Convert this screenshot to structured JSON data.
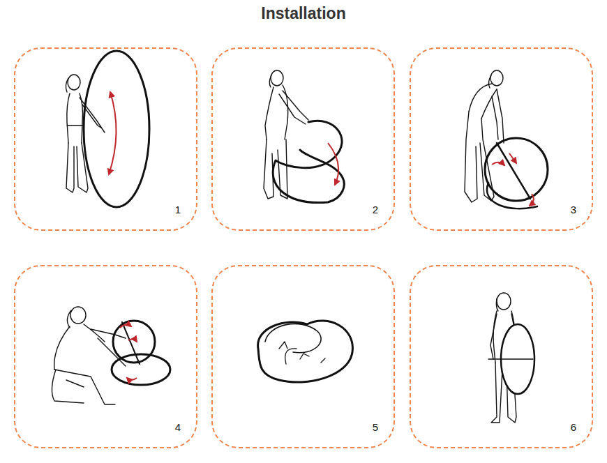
{
  "diagram": {
    "title": "Installation",
    "nodes": [
      {
        "text": [
          "1"
        ]
      },
      {
        "text": [
          "2"
        ]
      },
      {
        "text": [
          "3"
        ]
      },
      {
        "text": [
          "4"
        ]
      },
      {
        "text": [
          "5"
        ]
      },
      {
        "text": [
          "6"
        ]
      }
    ]
  }
}
